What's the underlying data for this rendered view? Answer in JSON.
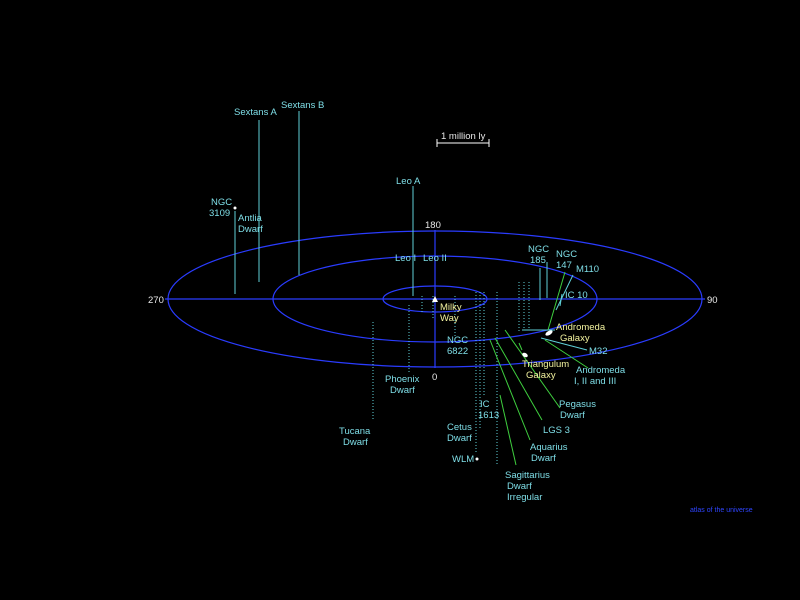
{
  "scale_bar": "1 million ly",
  "credit": "atlas of the universe",
  "ticks": {
    "t0": "0",
    "t90": "90",
    "t180": "180",
    "t270": "270"
  },
  "galaxies": {
    "sextans_a": "Sextans A",
    "sextans_b": "Sextans B",
    "leo_a": "Leo A",
    "ngc3109": [
      "NGC",
      "3109"
    ],
    "antlia": [
      "Antlia",
      "Dwarf"
    ],
    "leo_i": "Leo I",
    "leo_ii": "Leo II",
    "milky_way": [
      "Milky",
      "Way"
    ],
    "ngc185": [
      "NGC",
      "185"
    ],
    "ngc147": [
      "NGC",
      "147"
    ],
    "m110": "M110",
    "ic10": "IC 10",
    "andromeda": [
      "Andromeda",
      "Galaxy"
    ],
    "m32": "M32",
    "andromeda_sat": [
      "Andromeda",
      "I, II and III"
    ],
    "triangulum": [
      "Triangulum",
      "Galaxy"
    ],
    "ngc6822": [
      "NGC",
      "6822"
    ],
    "phoenix": [
      "Phoenix",
      "Dwarf"
    ],
    "tucana": [
      "Tucana",
      "Dwarf"
    ],
    "ic1613": [
      "IC",
      "1613"
    ],
    "cetus": [
      "Cetus",
      "Dwarf"
    ],
    "wlm": "WLM",
    "pegasus": [
      "Pegasus",
      "Dwarf"
    ],
    "lgs3": "LGS 3",
    "aquarius": [
      "Aquarius",
      "Dwarf"
    ],
    "sagittarius": [
      "Sagittarius",
      "Dwarf",
      "Irregular"
    ]
  },
  "colors": {
    "rings": "#2a3cff",
    "stems_cyan": "#5fd0d8",
    "stems_green": "#3fcf3f",
    "labels_cyan": "#7fdfe8",
    "labels_yellow": "#f4f4a0"
  }
}
